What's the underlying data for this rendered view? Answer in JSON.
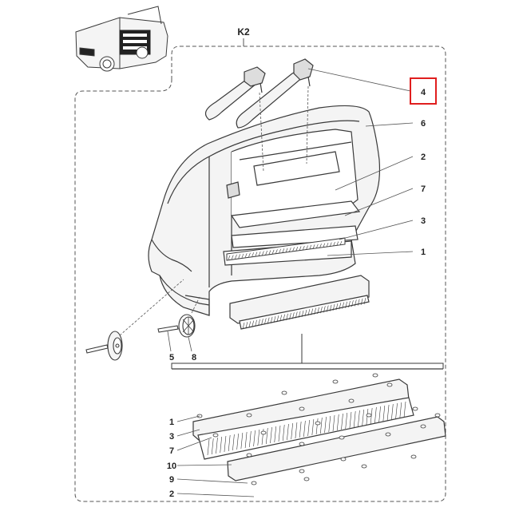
{
  "diagram": {
    "group_label": "K2",
    "callouts_upper": [
      "4",
      "6",
      "2",
      "7",
      "3",
      "1",
      "5",
      "8"
    ],
    "callouts_lower": [
      "1",
      "3",
      "7",
      "10",
      "9",
      "2"
    ],
    "highlighted_callout": "4",
    "colors": {
      "line": "#3a3a3a",
      "dashed": "#555555",
      "highlight": "#e01e1e",
      "fill_light": "#f4f4f4"
    }
  }
}
